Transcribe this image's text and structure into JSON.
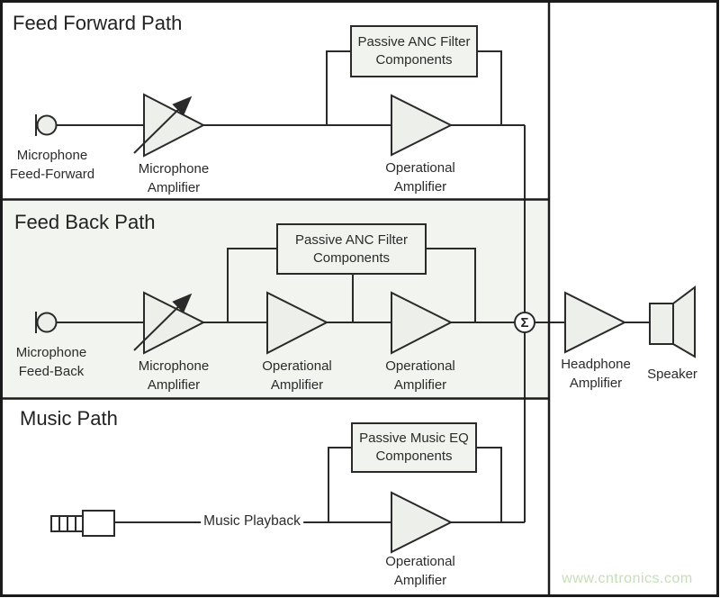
{
  "colors": {
    "line": "#2a2a2a",
    "border": "#1a1a1a",
    "shape_fill": "#edf0ea",
    "box_fill": "#f1f3ee",
    "feedback_section_bg": "#f2f4ef",
    "watermark_green": "#c3dfb4"
  },
  "sections": {
    "feed_forward": {
      "title": "Feed Forward Path",
      "mic_label_line1": "Microphone",
      "mic_label_line2": "Feed-Forward",
      "mic_amp_line1": "Microphone",
      "mic_amp_line2": "Amplifier",
      "filter_line1": "Passive ANC Filter",
      "filter_line2": "Components",
      "opamp_line1": "Operational",
      "opamp_line2": "Amplifier"
    },
    "feed_back": {
      "title": "Feed Back Path",
      "mic_label_line1": "Microphone",
      "mic_label_line2": "Feed-Back",
      "mic_amp_line1": "Microphone",
      "mic_amp_line2": "Amplifier",
      "filter_line1": "Passive ANC Filter",
      "filter_line2": "Components",
      "opamp1_line1": "Operational",
      "opamp1_line2": "Amplifier",
      "opamp2_line1": "Operational",
      "opamp2_line2": "Amplifier"
    },
    "music": {
      "title": "Music Path",
      "playback_label": "Music Playback",
      "filter_line1": "Passive Music EQ",
      "filter_line2": "Components",
      "opamp_line1": "Operational",
      "opamp_line2": "Amplifier"
    },
    "output": {
      "sum_symbol": "Σ",
      "headphone_amp_line1": "Headphone",
      "headphone_amp_line2": "Amplifier",
      "speaker_label": "Speaker"
    }
  },
  "watermark": {
    "text": "www.cntronics.com"
  }
}
